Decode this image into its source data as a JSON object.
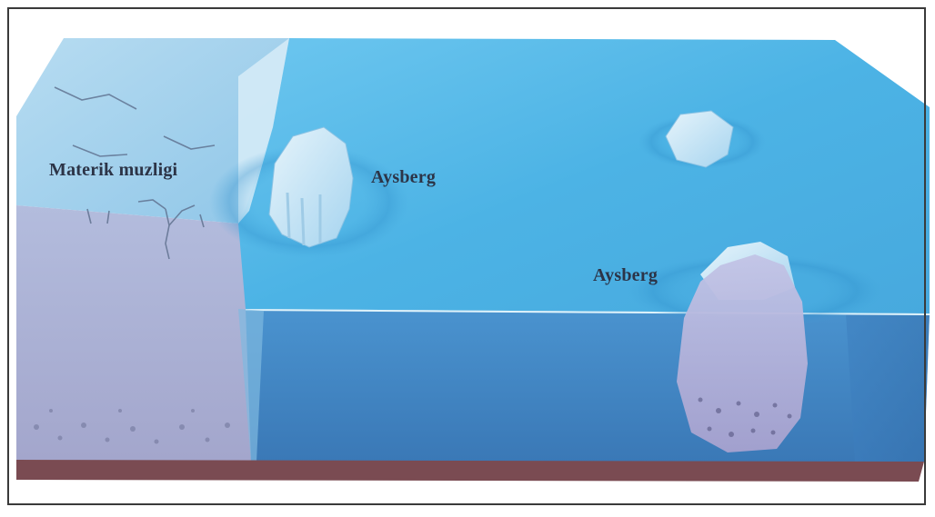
{
  "labels": {
    "continental_glacier": "Materik muzligi",
    "iceberg_surface": "Aysberg",
    "iceberg_submerged": "Aysberg"
  },
  "colors": {
    "ocean_surface": "#4fb6e6",
    "ocean_side": "#3d86c4",
    "glacier_top": "#a9d2ec",
    "glacier_side": "#aab3d6",
    "iceberg": "#cfe7f6",
    "seabed": "#7a4b52",
    "label_text": "#2c3447"
  }
}
